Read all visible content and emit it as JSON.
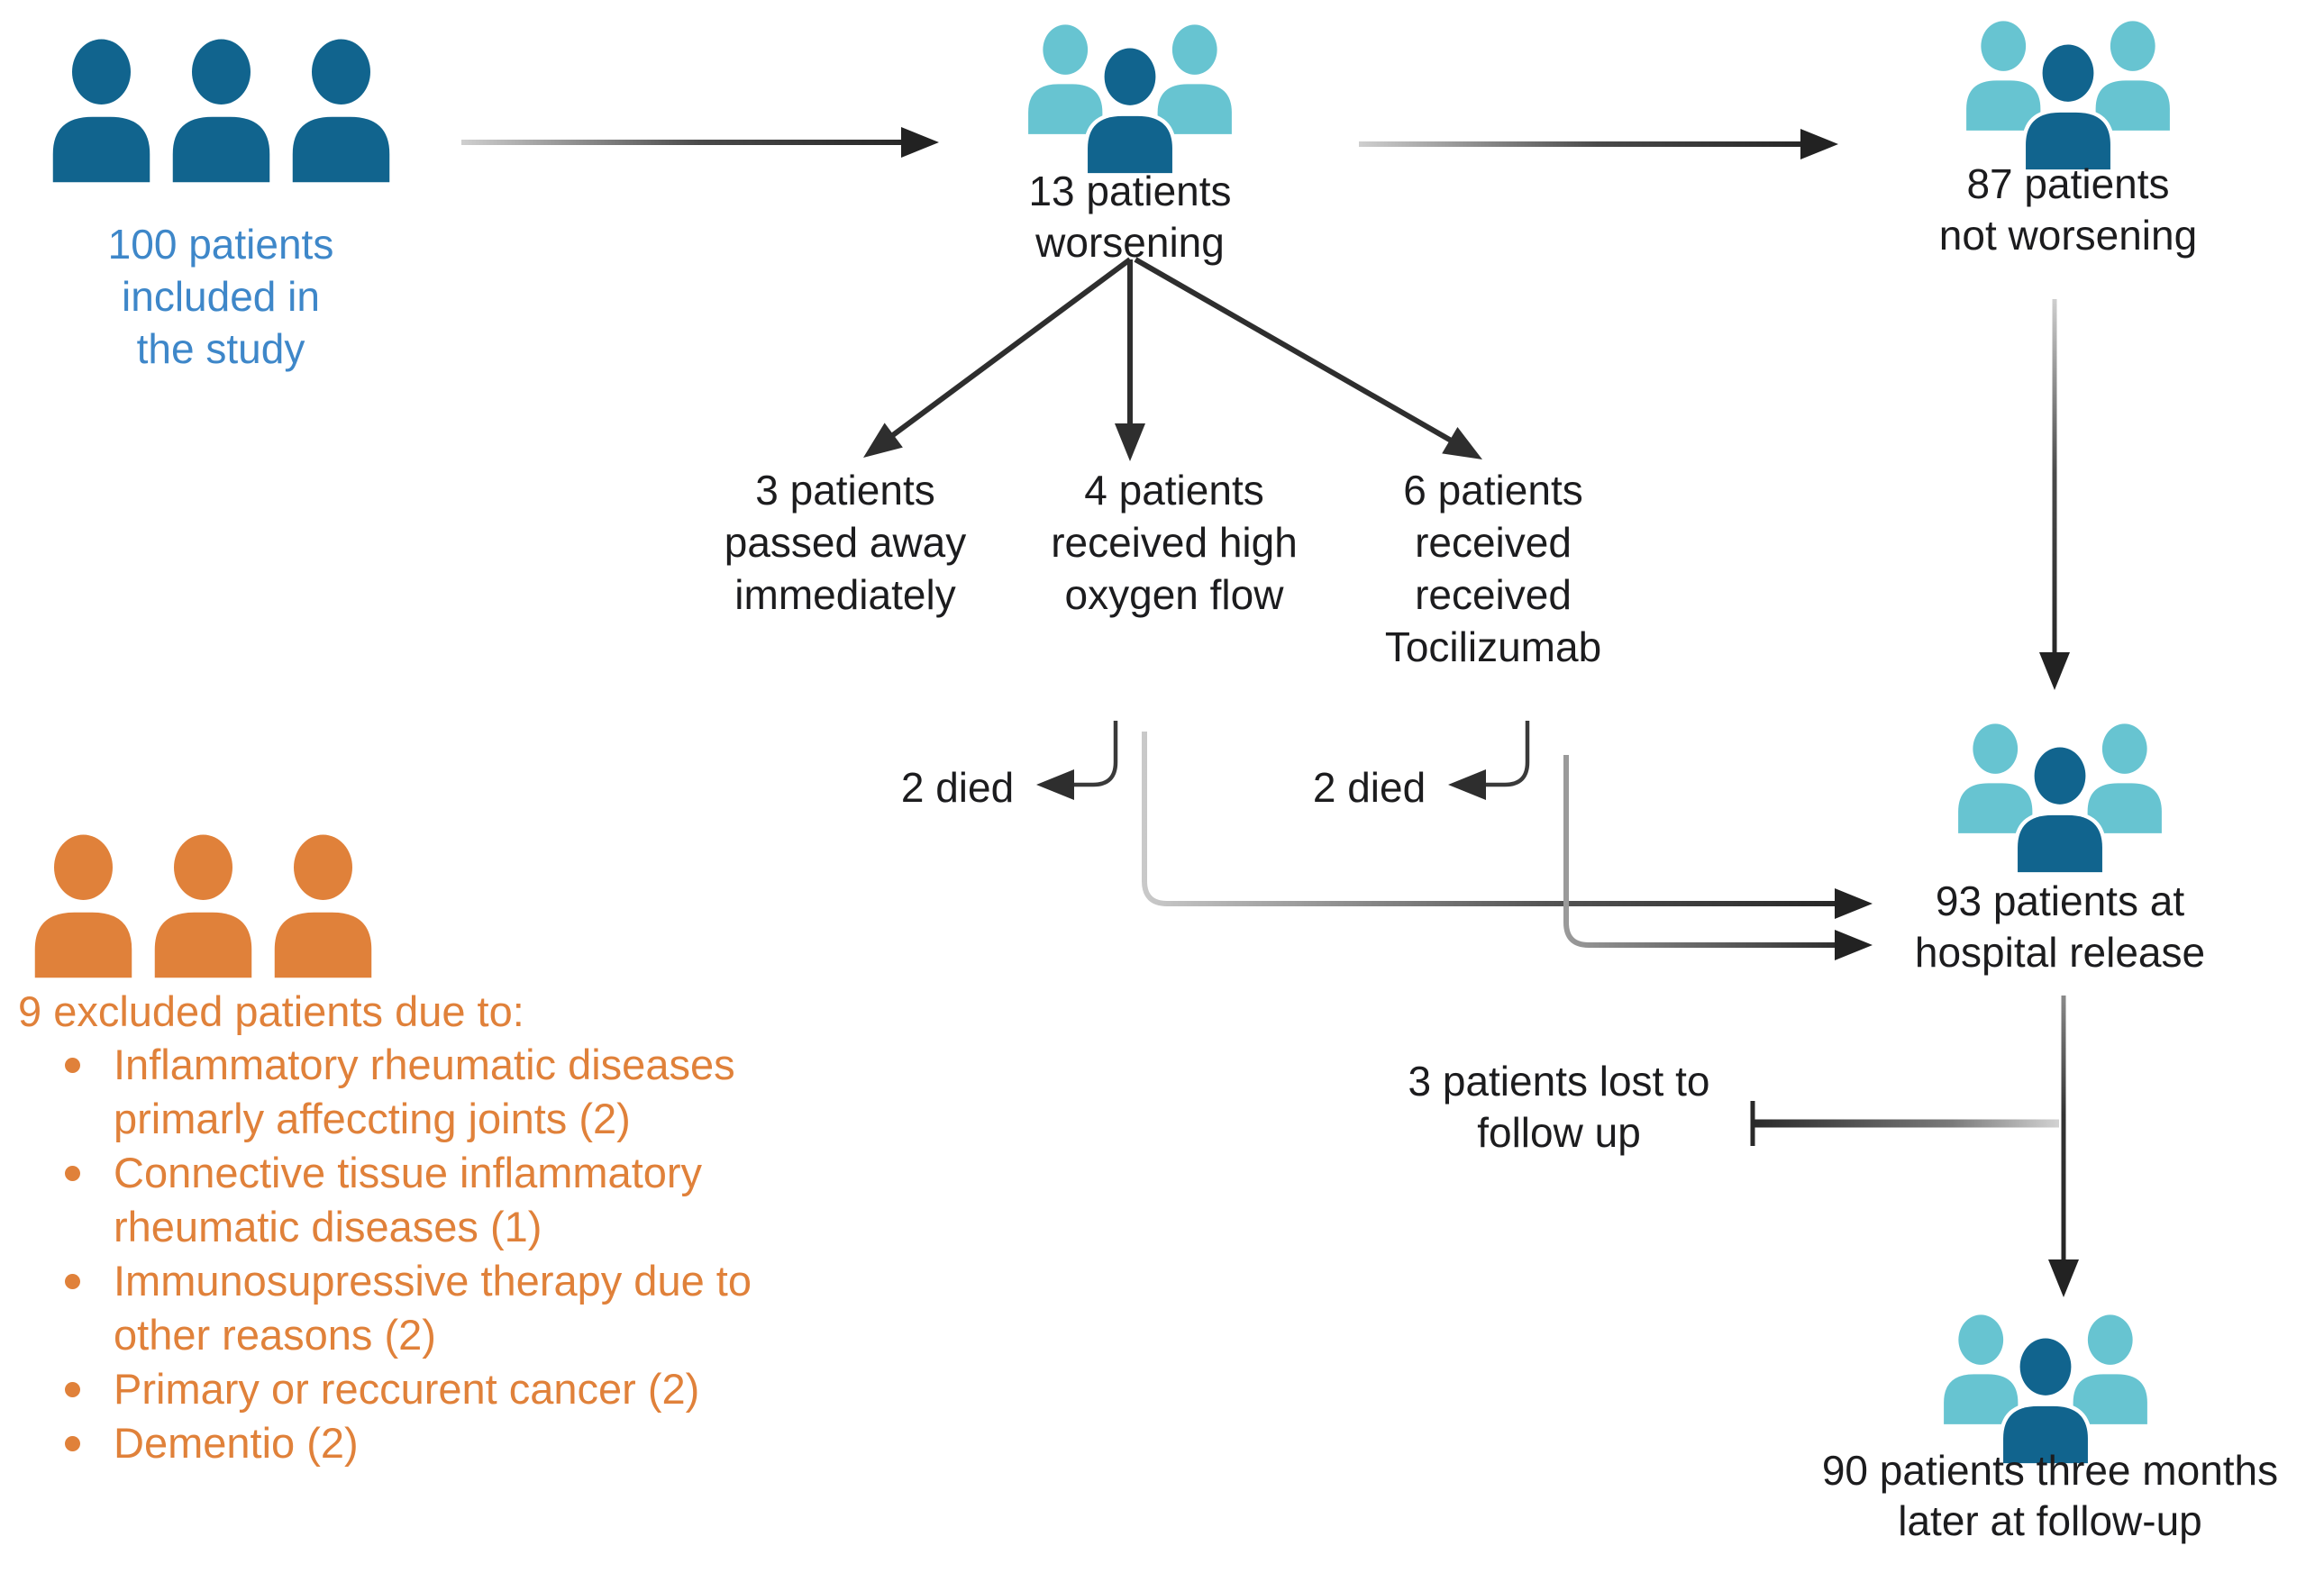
{
  "palette": {
    "person_dark_blue": "#11648e",
    "person_light_teal": "#67c4d1",
    "excluded_orange": "#e0813a",
    "included_text_blue": "#3e87c9",
    "body_text_black": "#1c1c1e",
    "connector_dark": "#2a2a2a",
    "connector_light": "#c9c9c9"
  },
  "icons": {
    "included_group": "three-patients-icon",
    "worsening_group": "patients-group-icon",
    "not_worsening_group": "patients-group-icon",
    "hospital_release_group": "patients-group-icon",
    "follow_up_group": "patients-group-icon",
    "excluded_group": "three-patients-icon"
  },
  "nodes": {
    "included": {
      "label": "100 patients\nincluded in\nthe study"
    },
    "worsening": {
      "label": "13 patients\nworsening"
    },
    "not_worsening": {
      "label": "87 patients\nnot worsening"
    },
    "passed_away": {
      "label": "3 patients\npassed away\nimmediately"
    },
    "high_oxygen": {
      "label": "4 patients\nreceived high\noxygen flow"
    },
    "tocilizumab": {
      "label": "6 patients\nreceived\nreceived\nTocilizumab"
    },
    "died_after_oxygen": {
      "label": "2 died"
    },
    "died_after_tocilizumab": {
      "label": "2 died"
    },
    "hospital_release": {
      "label": "93 patients at\nhospital release"
    },
    "lost_follow_up": {
      "label": "3 patients lost to\nfollow up"
    },
    "follow_up": {
      "label": "90 patients three months\nlater at follow-up"
    },
    "excluded": {
      "title": "9 excluded patients due to:",
      "bullets": [
        "Inflammatory rheumatic diseases\nprimarly affeccting joints (2)",
        "Connective tissue inflammatory\nrheumatic diseases (1)",
        "Immunosupressive therapy due to\nother reasons (2)",
        "Primary or reccurent cancer (2)",
        "Dementio (2)"
      ]
    }
  }
}
